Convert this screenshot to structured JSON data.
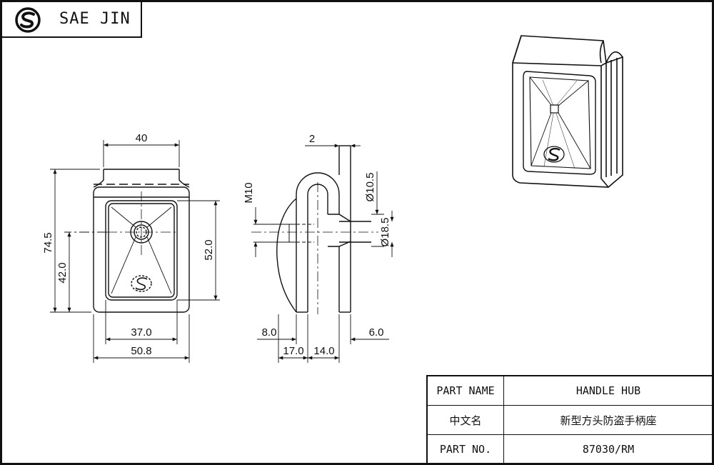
{
  "brand": {
    "name": "SAE JIN",
    "logo_icon": "sj-logo-icon"
  },
  "front_view": {
    "dim_top_width": "40",
    "dim_total_height": "74.5",
    "dim_hole_height": "42.0",
    "dim_right_height": "52.0",
    "dim_inner_width": "37.0",
    "dim_outer_width": "50.8"
  },
  "side_view": {
    "dim_wall": "2",
    "dim_thread": "M10",
    "dim_dia_small": "Ø10.5",
    "dim_dia_large": "Ø18.5",
    "dim_left_offset": "8.0",
    "dim_right_offset": "6.0",
    "dim_depth_1": "17.0",
    "dim_depth_2": "14.0"
  },
  "title_block": {
    "rows": [
      {
        "label": "PART NAME",
        "value": "HANDLE HUB"
      },
      {
        "label": "中文名",
        "value": "新型方头防盗手柄座"
      },
      {
        "label": "PART NO.",
        "value": "87030/RM"
      }
    ]
  }
}
